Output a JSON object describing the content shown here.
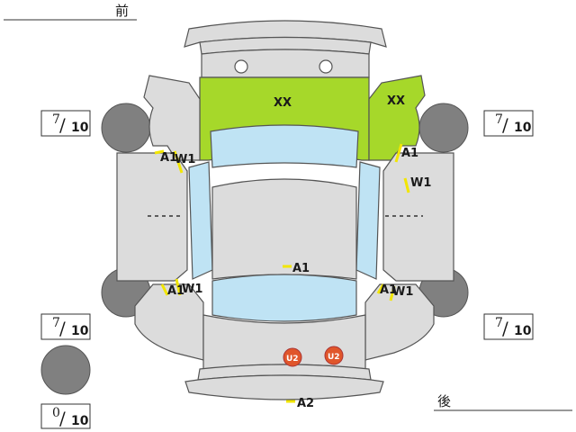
{
  "labels": {
    "front": "前",
    "rear": "後"
  },
  "tire_scores": {
    "front_left": {
      "num": "7",
      "den": "10"
    },
    "front_right": {
      "num": "7",
      "den": "10"
    },
    "rear_left": {
      "num": "7",
      "den": "10"
    },
    "rear_right": {
      "num": "7",
      "den": "10"
    },
    "spare": {
      "num": "0",
      "den": "10"
    }
  },
  "damage_markers": {
    "hood": "XX",
    "front_right_fender": "XX",
    "front_left_fender_a1": "A1",
    "front_left_door_w1": "W1",
    "front_right_a1": "A1",
    "front_right_door_w1": "W1",
    "roof_a1": "A1",
    "rear_left_a1": "A1",
    "rear_left_w1": "W1",
    "rear_right_a1": "A1",
    "rear_right_w1": "W1",
    "rear_bumper_a2": "A2",
    "trunk_u2_left": "U2",
    "trunk_u2_right": "U2"
  },
  "colors": {
    "panel": "#dcdcdc",
    "outline": "#555555",
    "glass": "#bfe3f4",
    "damaged_panel": "#a6d82a",
    "tire": "#808080",
    "marker_line": "#f2e600",
    "u2_badge": "#e0562b"
  }
}
